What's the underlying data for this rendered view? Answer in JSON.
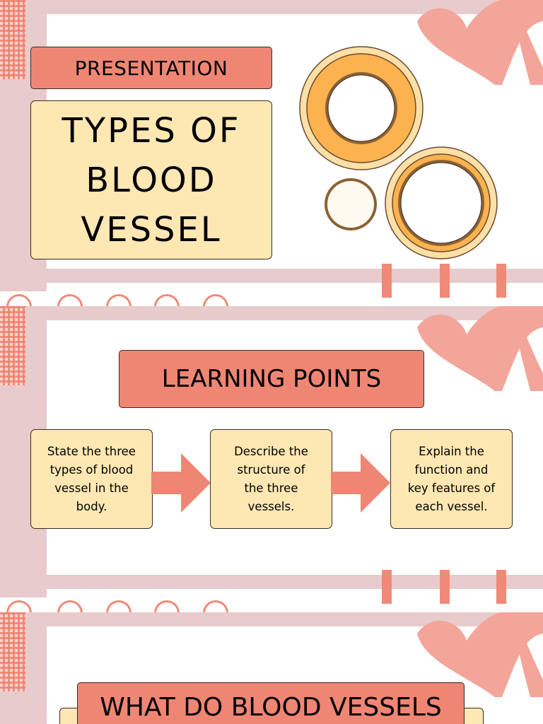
{
  "slide1": {
    "tag": "PRESENTATION",
    "title_lines": [
      "TYPES OF",
      "BLOOD",
      "VESSEL"
    ]
  },
  "slide2": {
    "heading": "LEARNING POINTS",
    "steps": [
      {
        "lines": [
          "State the three",
          "types of blood",
          "vessel in the",
          "body."
        ]
      },
      {
        "lines": [
          "Describe the",
          "structure of",
          "the three",
          "vessels."
        ]
      },
      {
        "lines": [
          "Explain the",
          "function and",
          "key features of",
          "each vessel."
        ]
      }
    ]
  },
  "slide3": {
    "heading": "WHAT DO BLOOD VESSELS"
  },
  "colors": {
    "salmon": "#ef8674",
    "cream": "#fde7b3",
    "pink_frame": "#e8cbcc",
    "ring_orange": "#fbb24f",
    "ring_brown": "#8a6233"
  }
}
